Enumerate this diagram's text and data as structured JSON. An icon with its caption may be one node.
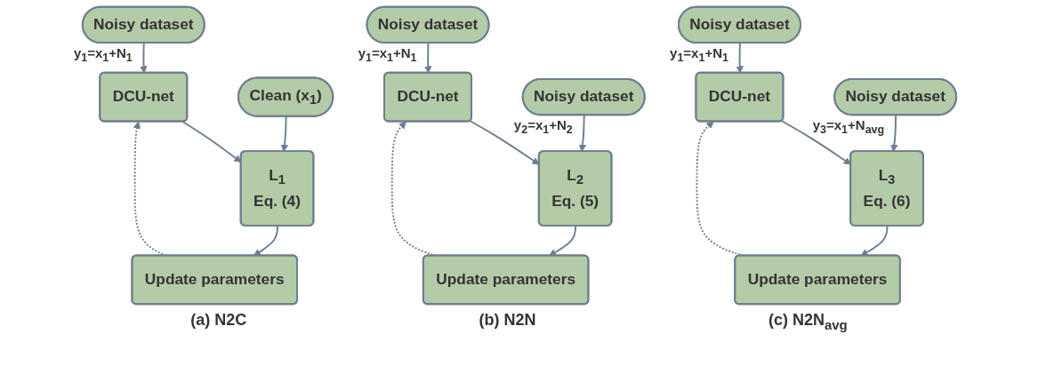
{
  "diagram": {
    "nodes": [
      {
        "text": [
          "Noisy dataset"
        ],
        "beside": [
          "y$_{1}$=x$_{1}$+N$_{1}$"
        ]
      },
      {
        "text": [
          "DCU-net"
        ]
      },
      {
        "text": [
          "Clean (x$_{1}$)"
        ]
      },
      {
        "text": [
          "L$_{1}$",
          "Eq. (4)"
        ]
      },
      {
        "text": [
          "Update parameters"
        ]
      },
      {
        "text": [
          "Noisy dataset"
        ],
        "beside": [
          "y$_{1}$=x$_{1}$+N$_{1}$"
        ]
      },
      {
        "text": [
          "DCU-net"
        ]
      },
      {
        "text": [
          "Noisy dataset"
        ],
        "beside": [
          "y$_{2}$=x$_{1}$+N$_{2}$"
        ]
      },
      {
        "text": [
          "L$_{2}$",
          "Eq. (5)"
        ]
      },
      {
        "text": [
          "Update parameters"
        ]
      },
      {
        "text": [
          "Noisy dataset"
        ],
        "beside": [
          "y$_{1}$=x$_{1}$+N$_{1}$"
        ]
      },
      {
        "text": [
          "DCU-net"
        ]
      },
      {
        "text": [
          "Noisy dataset"
        ],
        "beside": [
          "y$_{3}$=x$_{1}$+N$_{avg}$"
        ]
      },
      {
        "text": [
          "L$_{3}$",
          "Eq. (6)"
        ]
      },
      {
        "text": [
          "Update parameters"
        ]
      }
    ],
    "edges": [
      {
        "from": 0,
        "to": 1,
        "arrow": "to"
      },
      {
        "from": 1,
        "to": 3,
        "arrow": "to"
      },
      {
        "from": 2,
        "to": 3,
        "arrow": "to"
      },
      {
        "from": 3,
        "to": 4,
        "arrow": "to"
      },
      {
        "from": 4,
        "to": 1,
        "arrow": "to",
        "style": "dashed"
      },
      {
        "from": 5,
        "to": 6,
        "arrow": "to"
      },
      {
        "from": 6,
        "to": 8,
        "arrow": "to"
      },
      {
        "from": 7,
        "to": 8,
        "arrow": "to"
      },
      {
        "from": 8,
        "to": 9,
        "arrow": "to"
      },
      {
        "from": 9,
        "to": 6,
        "arrow": "to",
        "style": "dashed"
      },
      {
        "from": 10,
        "to": 11,
        "arrow": "to"
      },
      {
        "from": 11,
        "to": 13,
        "arrow": "to"
      },
      {
        "from": 12,
        "to": 13,
        "arrow": "to"
      },
      {
        "from": 13,
        "to": 14,
        "arrow": "to"
      },
      {
        "from": 14,
        "to": 11,
        "arrow": "to",
        "style": "dashed"
      }
    ],
    "labels": [
      "(a) N2C",
      "(b) N2N",
      "(c) N2N$_{avg}$"
    ]
  }
}
